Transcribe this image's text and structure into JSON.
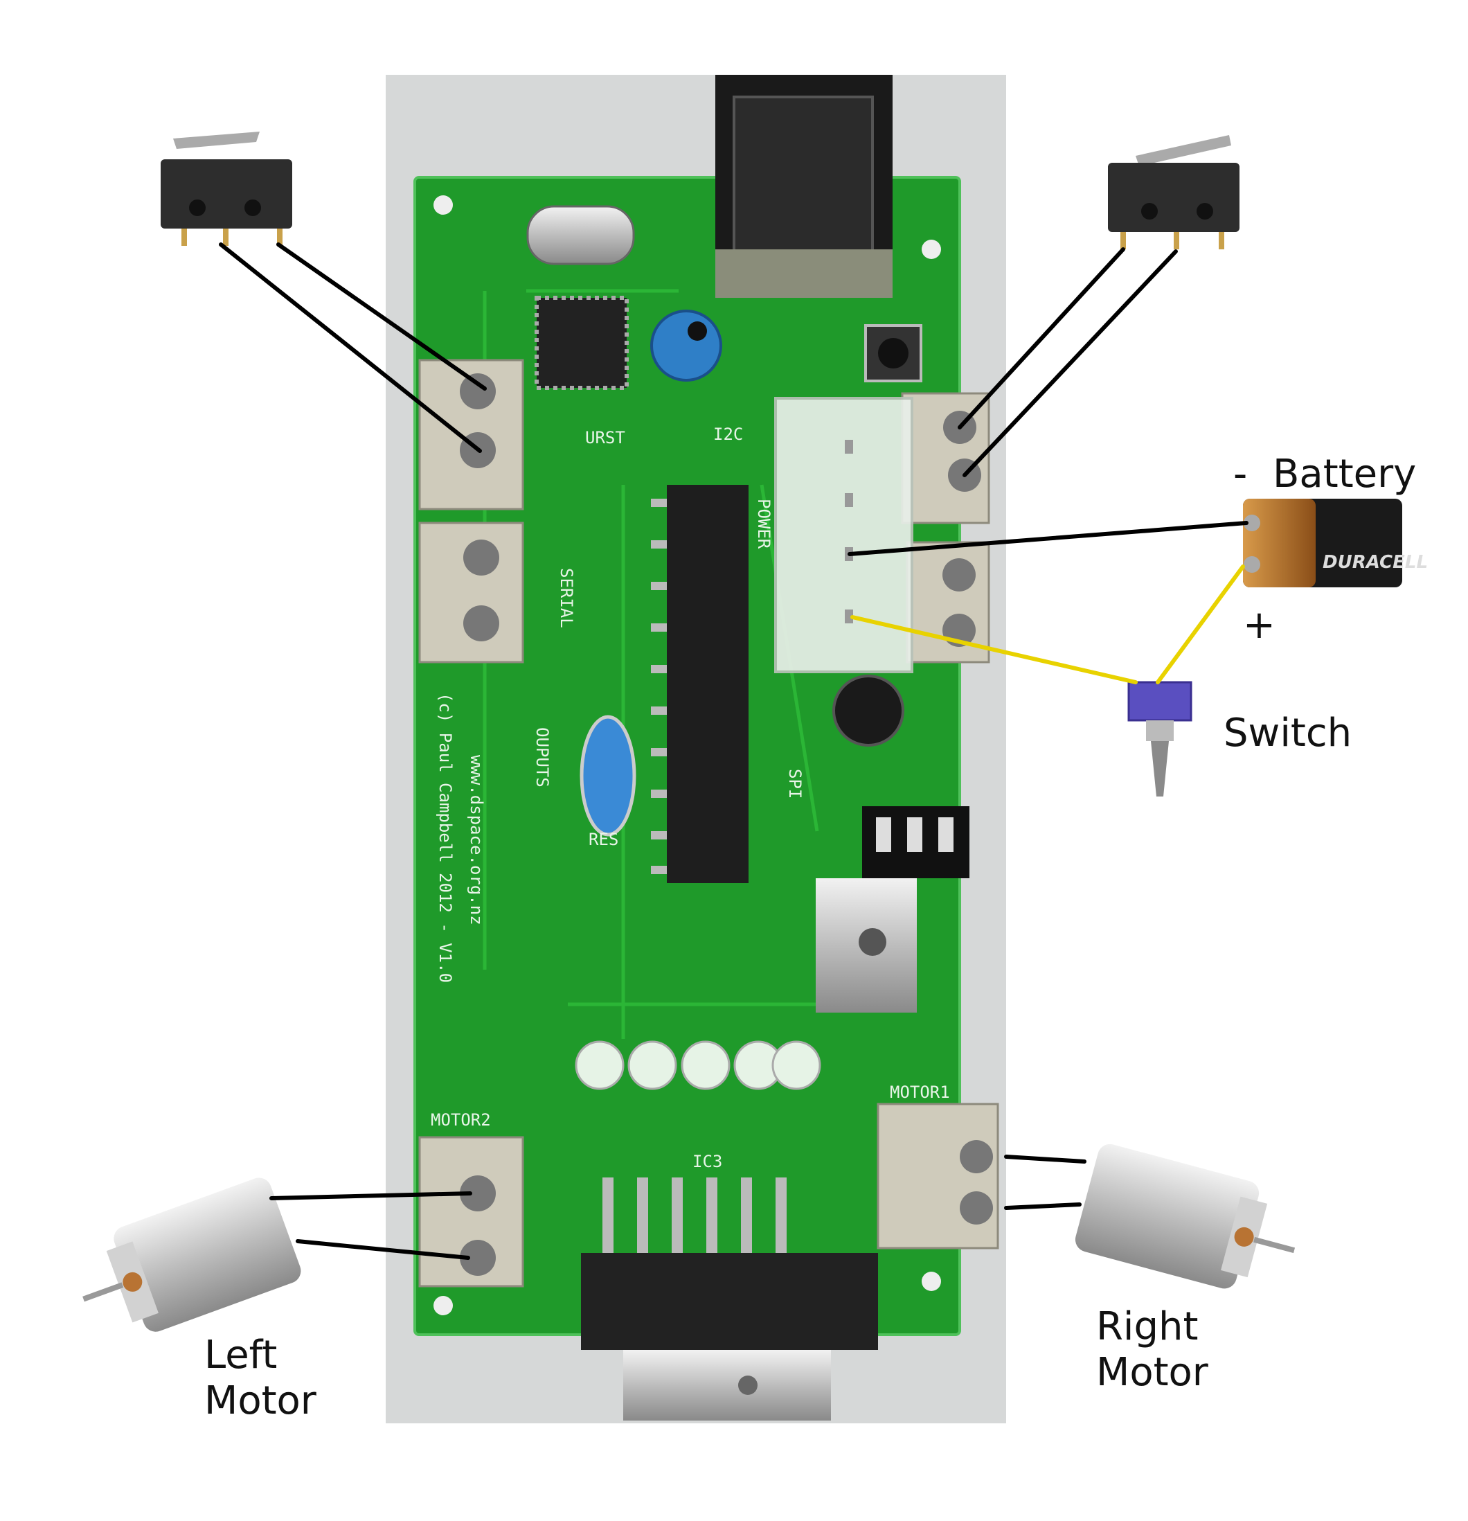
{
  "labels": {
    "battery": "Battery",
    "battery_minus": "-",
    "battery_plus": "+",
    "switch": "Switch",
    "left_motor_line1": "Left",
    "left_motor_line2": "Motor",
    "right_motor_line1": "Right",
    "right_motor_line2": "Motor"
  },
  "pcb_silkscreen": {
    "motor1": "MOTOR1",
    "motor2": "MOTOR2",
    "serial": "SERIAL",
    "outputs": "OUPUTS",
    "power": "POWER",
    "i2c": "I2C",
    "res": "RES",
    "spi": "SPI",
    "ic3": "IC3",
    "urst": "URST",
    "website": "www.dspace.org.nz",
    "credit": "(c) Paul Campbell 2012 - V1.0",
    "battery_brand": "DURACELL"
  },
  "colors": {
    "board_green": "#1f9a2a",
    "wire_black": "#000000",
    "wire_yellow": "#e8d200",
    "battery_copper": "#b8732a"
  }
}
